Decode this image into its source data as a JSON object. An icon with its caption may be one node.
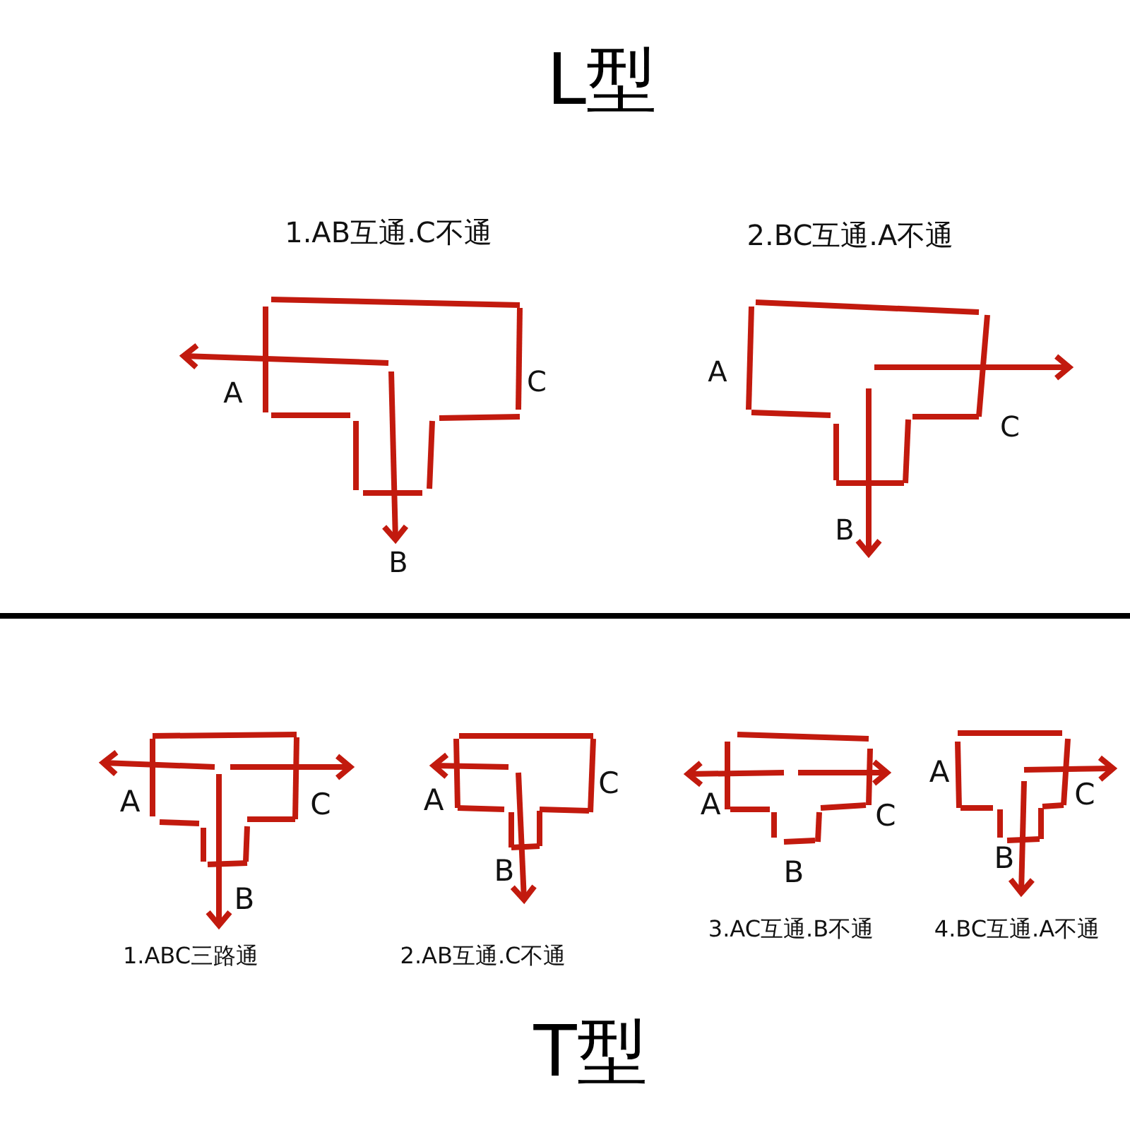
{
  "diagram": {
    "title": "L型",
    "nodes": [
      {
        "text": [
          "1.AB互通.C不通",
          "A",
          "C",
          "B"
        ]
      },
      {
        "text": [
          "2.BC互通.A不通",
          "A",
          "C",
          "B"
        ]
      },
      {
        "text": [
          "A",
          "C",
          "B",
          "1.ABC三路通"
        ]
      },
      {
        "text": [
          "A",
          "C",
          "B",
          "2.AB互通.C不通"
        ]
      },
      {
        "text": [
          "A",
          "C",
          "B",
          "3.AC互通.B不通"
        ]
      },
      {
        "text": [
          "A",
          "C",
          "B",
          "4.BC互通.A不通"
        ]
      }
    ],
    "caption": "T型"
  }
}
